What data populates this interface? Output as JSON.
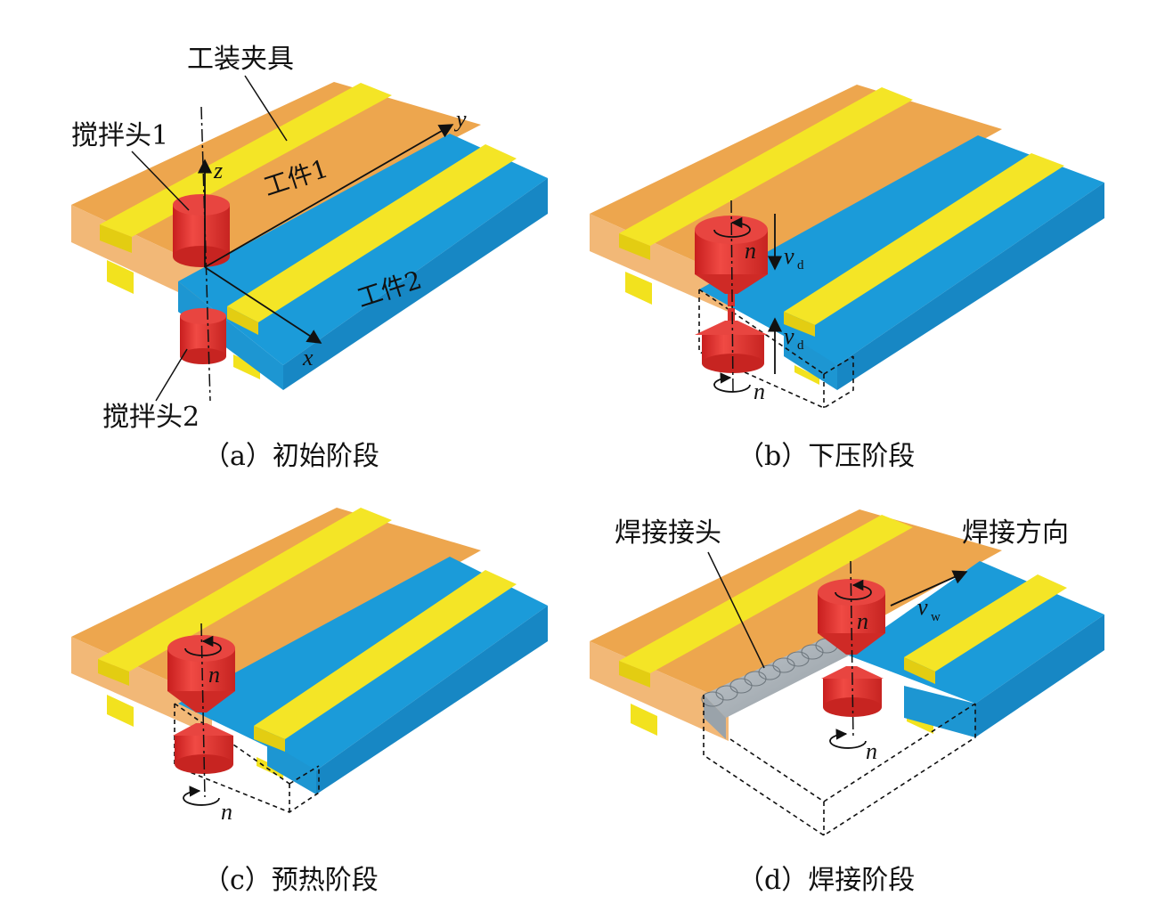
{
  "panel_a": {
    "caption": "（a）初始阶段",
    "label_fixture": "工装夹具",
    "label_tool1": "搅拌头1",
    "label_tool2": "搅拌头2",
    "label_workpiece1": "工件1",
    "label_workpiece2": "工件2",
    "axis_z": "z",
    "axis_y": "y",
    "axis_x": "x"
  },
  "panel_b": {
    "caption": "（b）下压阶段",
    "rotation_top": "n",
    "rotation_bottom": "n",
    "velocity_top": "v",
    "velocity_top_sub": "d",
    "velocity_bottom": "v",
    "velocity_bottom_sub": "d"
  },
  "panel_c": {
    "caption": "（c）预热阶段",
    "rotation_top": "n",
    "rotation_bottom": "n"
  },
  "panel_d": {
    "caption": "（d）焊接阶段",
    "label_joint": "焊接接头",
    "label_direction": "焊接方向",
    "rotation_top": "n",
    "rotation_bottom": "n",
    "velocity": "v",
    "velocity_sub": "w"
  },
  "colors": {
    "fixture": "#EFA84A",
    "clamp": "#F2E21E",
    "workpiece": "#1B9BD9",
    "tool": "#E8322F",
    "weld": "#A9B3BA"
  }
}
